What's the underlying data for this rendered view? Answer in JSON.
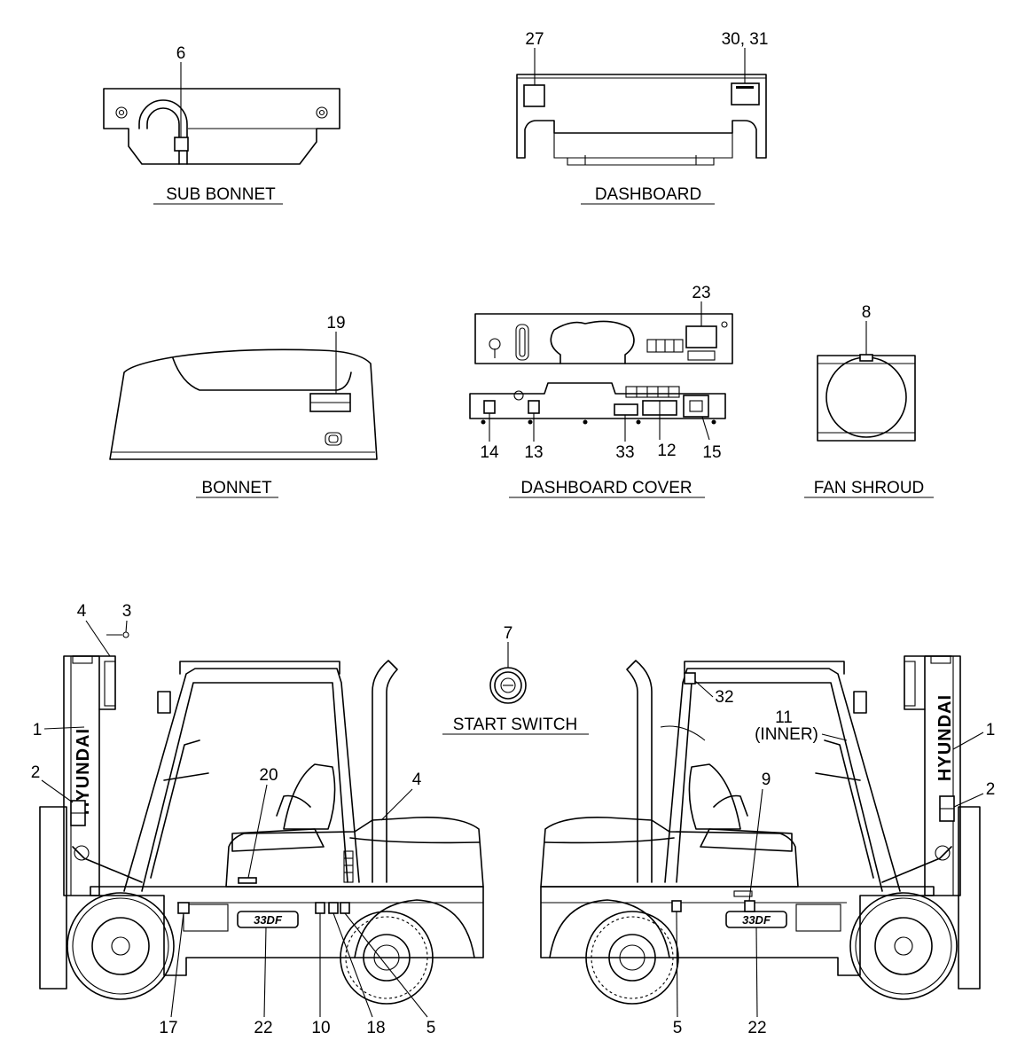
{
  "sections": {
    "sub_bonnet": "SUB BONNET",
    "dashboard": "DASHBOARD",
    "bonnet": "BONNET",
    "dashboard_cover": "DASHBOARD COVER",
    "fan_shroud": "FAN SHROUD",
    "start_switch": "START SWITCH"
  },
  "brand": "HYUNDAI",
  "model_badge": "33DF",
  "callouts": {
    "c1": "1",
    "c2": "2",
    "c3": "3",
    "c4": "4",
    "c5": "5",
    "c6": "6",
    "c7": "7",
    "c8": "8",
    "c9": "9",
    "c10": "10",
    "c11": "11",
    "c11b": "(INNER)",
    "c12": "12",
    "c13": "13",
    "c14": "14",
    "c15": "15",
    "c17": "17",
    "c18": "18",
    "c19": "19",
    "c20": "20",
    "c22": "22",
    "c23": "23",
    "c27": "27",
    "c30": "30, 31",
    "c32": "32",
    "c33": "33"
  }
}
